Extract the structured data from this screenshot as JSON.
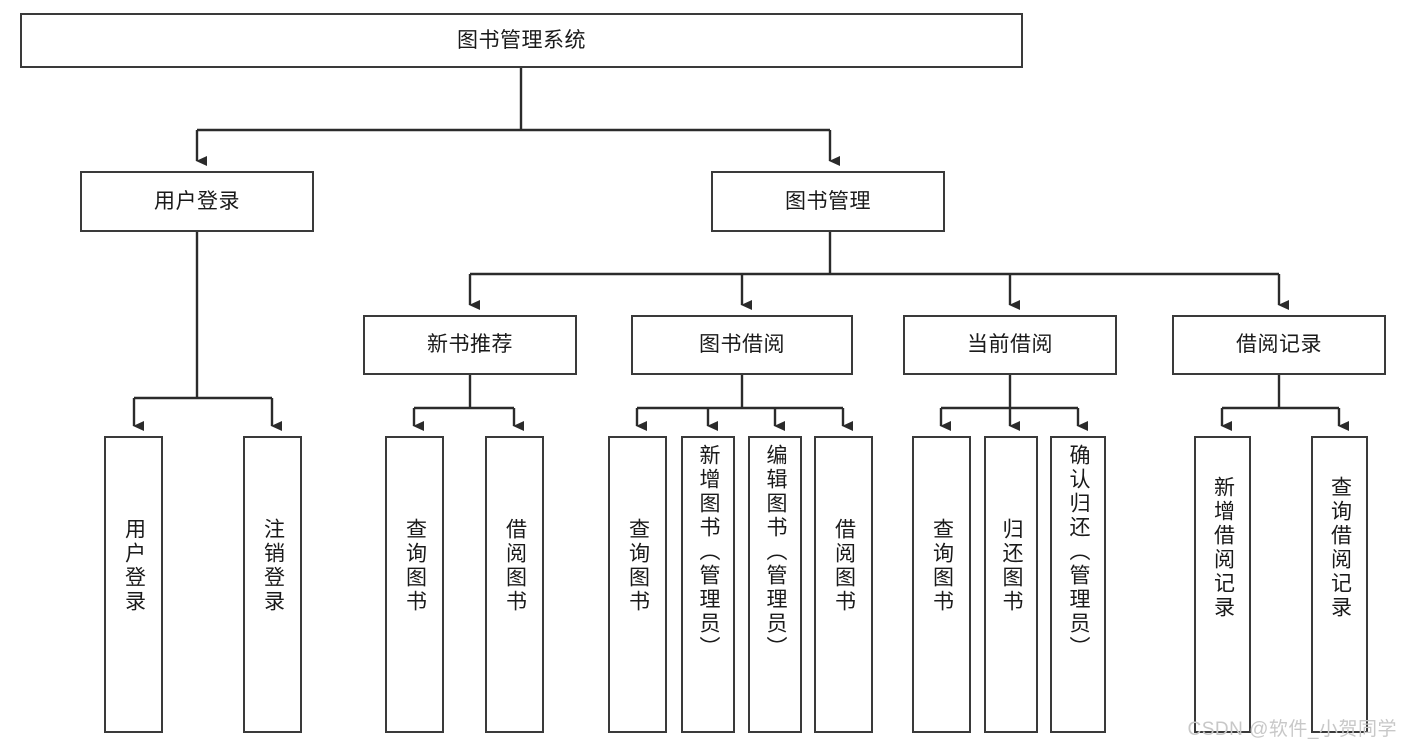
{
  "diagram": {
    "title": "图书管理系统",
    "type": "tree",
    "watermark": "CSDN @软件_小贺同学",
    "colors": {
      "node_border": "#3a3a3a",
      "node_fill": "#ffffff",
      "edge": "#2b2b2b",
      "text": "#1a1a1a",
      "watermark": "#c8c8c8",
      "background": "#ffffff"
    },
    "nodes": {
      "root": {
        "label": "图书管理系统"
      },
      "level2": [
        {
          "id": "user-login",
          "label": "用户登录"
        },
        {
          "id": "book-management",
          "label": "图书管理"
        }
      ],
      "level3": [
        {
          "id": "new-book-recommend",
          "label": "新书推荐"
        },
        {
          "id": "book-borrow",
          "label": "图书借阅"
        },
        {
          "id": "current-borrow",
          "label": "当前借阅"
        },
        {
          "id": "borrow-record",
          "label": "借阅记录"
        }
      ],
      "leaves": {
        "user_login": [
          {
            "id": "leaf-user-login",
            "label": "用户登录"
          },
          {
            "id": "leaf-logout-login",
            "label": "注销登录"
          }
        ],
        "new_book_recommend": [
          {
            "id": "leaf-query-book-1",
            "label": "查询图书"
          },
          {
            "id": "leaf-borrow-book-1",
            "label": "借阅图书"
          }
        ],
        "book_borrow": [
          {
            "id": "leaf-query-book-2",
            "label": "查询图书"
          },
          {
            "id": "leaf-add-book",
            "label": "新增图书（管理员）"
          },
          {
            "id": "leaf-edit-book",
            "label": "编辑图书（管理员）"
          },
          {
            "id": "leaf-borrow-book-2",
            "label": "借阅图书"
          }
        ],
        "current_borrow": [
          {
            "id": "leaf-query-book-3",
            "label": "查询图书"
          },
          {
            "id": "leaf-return-book",
            "label": "归还图书"
          },
          {
            "id": "leaf-confirm-return",
            "label": "确认归还（管理员）"
          }
        ],
        "borrow_record": [
          {
            "id": "leaf-add-record",
            "label": "新增借阅记录"
          },
          {
            "id": "leaf-query-record",
            "label": "查询借阅记录"
          }
        ]
      }
    }
  }
}
